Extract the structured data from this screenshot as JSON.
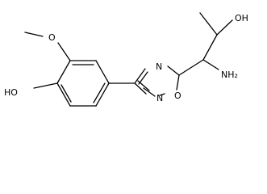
{
  "molecule": {
    "atoms": {
      "hydroxyl_ring": "HO",
      "methoxy_oxygen": "O",
      "oxadiazole_n_top": "N",
      "oxadiazole_n_bottom": "N",
      "oxadiazole_o": "O",
      "amine": "NH₂",
      "hydroxyl_chain": "OH"
    }
  }
}
